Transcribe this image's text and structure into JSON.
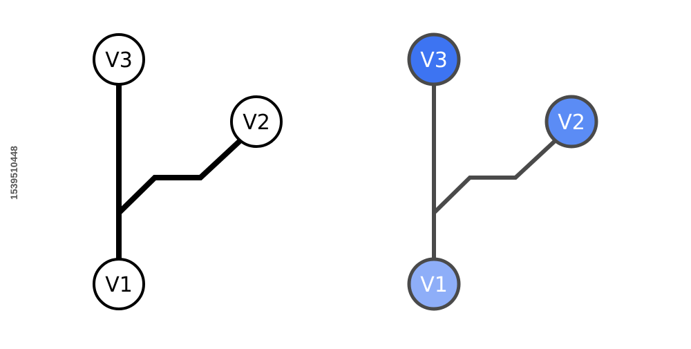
{
  "watermark_id": "1539510448",
  "icons": [
    {
      "name": "version-branch-outline-icon",
      "style": "outline",
      "line_color": "#000000",
      "node_stroke": "#000000",
      "text_color": "#000000",
      "nodes": [
        {
          "key": "v3",
          "label": "V3",
          "fill": "#ffffff"
        },
        {
          "key": "v2",
          "label": "V2",
          "fill": "#ffffff"
        },
        {
          "key": "v1",
          "label": "V1",
          "fill": "#ffffff"
        }
      ]
    },
    {
      "name": "version-branch-filled-icon",
      "style": "filled",
      "line_color": "#4a4a4a",
      "node_stroke": "#4a4a4a",
      "text_color": "#ffffff",
      "nodes": [
        {
          "key": "v3",
          "label": "V3",
          "fill": "#3d74f2"
        },
        {
          "key": "v2",
          "label": "V2",
          "fill": "#5b8cf5"
        },
        {
          "key": "v1",
          "label": "V1",
          "fill": "#8eaef8"
        }
      ]
    }
  ]
}
